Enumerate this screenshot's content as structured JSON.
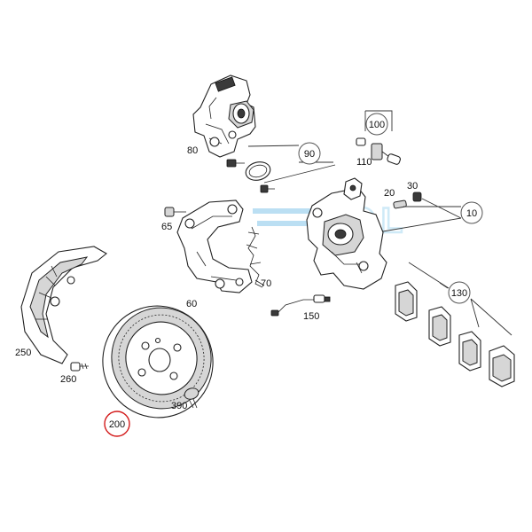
{
  "watermark": {
    "text": "SOL",
    "color": "#bfe3f5"
  },
  "colors": {
    "line": "#222222",
    "highlight_ring": "#d31a1a"
  },
  "labels": {
    "p80": "80",
    "p90": "90",
    "p100": "100",
    "p110": "110",
    "p20": "20",
    "p30": "30",
    "p10": "10",
    "p65": "65",
    "p60": "60",
    "p70": "70",
    "p150": "150",
    "p130": "130",
    "p250": "250",
    "p260": "260",
    "p200": "200",
    "p390": "390"
  },
  "highlighted_part": "200"
}
